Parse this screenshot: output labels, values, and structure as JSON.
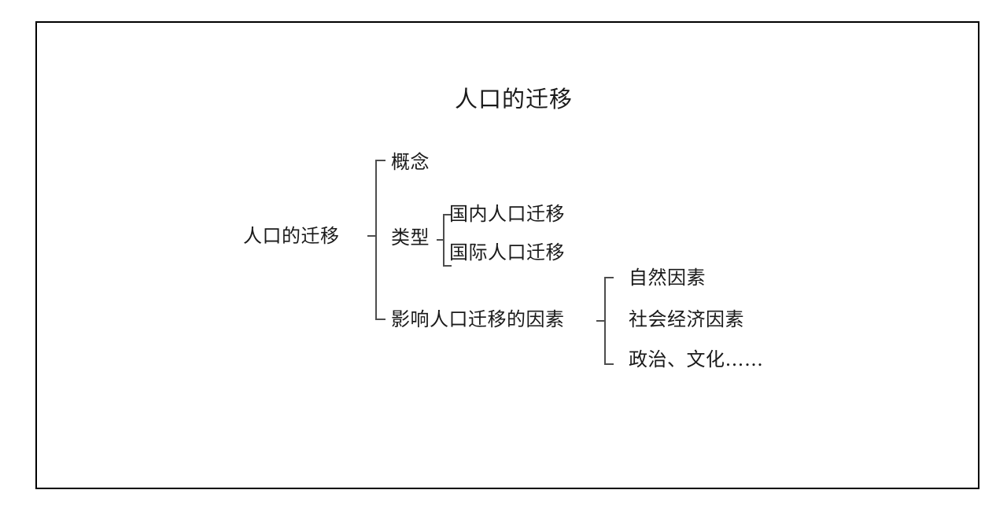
{
  "slide": {
    "title": "人口的迁移",
    "background_color": "#ffffff",
    "border_color": "#000000",
    "line_color": "#4d4d4d",
    "text_color": "#1a1a1a"
  },
  "diagram": {
    "type": "tree",
    "root": {
      "label": "人口的迁移",
      "children": [
        {
          "label": "概念",
          "children": []
        },
        {
          "label": "类型",
          "children": [
            {
              "label": "国内人口迁移"
            },
            {
              "label": "国际人口迁移"
            }
          ]
        },
        {
          "label": "影响人口迁移的因素",
          "children": [
            {
              "label": "自然因素"
            },
            {
              "label": "社会经济因素"
            },
            {
              "label": "政治、文化……"
            }
          ]
        }
      ]
    },
    "braces": [
      {
        "name": "root-brace",
        "items": 3
      },
      {
        "name": "type-brace",
        "items": 2
      },
      {
        "name": "factors-brace",
        "items": 3
      }
    ]
  }
}
